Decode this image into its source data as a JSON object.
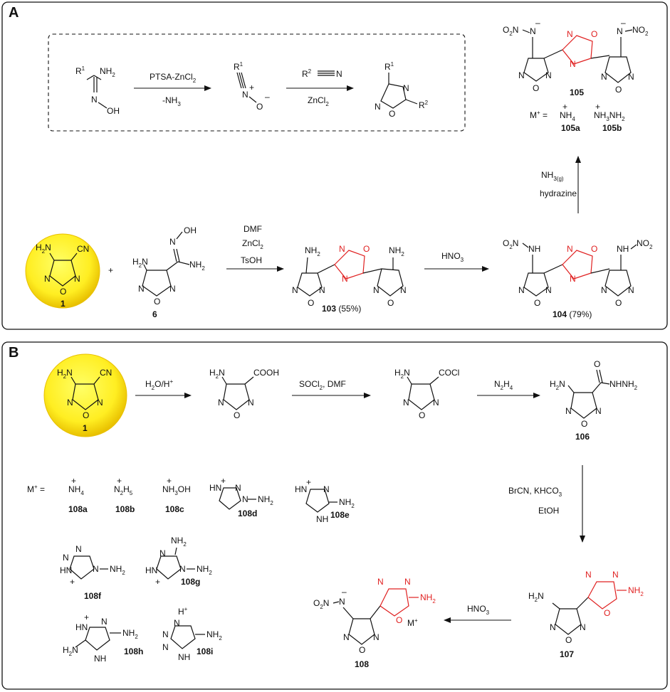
{
  "panels": {
    "a_label": "A",
    "b_label": "B"
  },
  "generic": {
    "r1": "R",
    "r1_sup": "1",
    "r2": "R",
    "r2_sup": "2",
    "nh2": "NH",
    "nh2_sub": "2",
    "oh": "OH",
    "n": "N",
    "o": "O",
    "step1_reagent": "PTSA-ZnCl",
    "step1_reagent_sub": "2",
    "step1_byproduct": "-NH",
    "step1_byproduct_sub": "3",
    "step2_reagent": "ZnCl",
    "step2_reagent_sub": "2",
    "plus": "+",
    "minus": "–"
  },
  "panel_a": {
    "plus": "+",
    "cmpd1": "1",
    "cmpd6": "6",
    "cmpd103": "103",
    "yield103": "(55%)",
    "cmpd104": "104",
    "yield104": "(79%)",
    "cmpd105": "105",
    "cmpd105a": "105a",
    "cmpd105b": "105b",
    "cn": "CN",
    "nh": "NH",
    "no2": "NO",
    "no2_sub": "2",
    "o2n": "O",
    "o2n_sub": "2",
    "o2n_n": "N",
    "reag1": [
      "DMF",
      "ZnCl",
      "TsOH"
    ],
    "reag1_sub": "2",
    "reag2": "HNO",
    "reag2_sub": "3",
    "reag3": "NH",
    "reag3_sub": "3(g)",
    "reag3b": "hydrazine",
    "mplus": "M",
    "mplus_sup": "+",
    "eq": "=",
    "nh4": "NH",
    "nh4_sub": "4",
    "nh3nh2": "NH",
    "nh3nh2_sub": "3",
    "nh3nh2_tail": "NH",
    "nh3nh2_tail_sub": "2"
  },
  "panel_b": {
    "cmpd1": "1",
    "cmpd106": "106",
    "cmpd107": "107",
    "cmpd108": "108",
    "reag_h2o": "H",
    "reag_h2o_sub": "2",
    "reag_h2o_tail": "O/H",
    "reag_h2o_sup": "+",
    "reag_socl2": "SOCl",
    "reag_socl2_sub": "2",
    "reag_socl2_tail": ", DMF",
    "reag_n2h4": "N",
    "reag_n2h4_sub1": "2",
    "reag_n2h4_mid": "H",
    "reag_n2h4_sub2": "4",
    "reag_brcn": "BrCN, KHCO",
    "reag_brcn_sub": "3",
    "reag_etoh": "EtOH",
    "reag_hno3": "HNO",
    "reag_hno3_sub": "3",
    "cooh": "COOH",
    "cocl": "COCl",
    "nhnh2": "NHNH",
    "nhnh2_sub": "2",
    "mplus": "M",
    "mplus_sup": "+",
    "eq": "=",
    "salts": [
      {
        "label": "108a"
      },
      {
        "label": "108b"
      },
      {
        "label": "108c"
      },
      {
        "label": "108d"
      },
      {
        "label": "108e"
      },
      {
        "label": "108f"
      },
      {
        "label": "108g"
      },
      {
        "label": "108h"
      },
      {
        "label": "108i"
      }
    ],
    "nh4": "NH",
    "nh4_sub": "4",
    "n2h5": "N",
    "n2h5_sub": "2",
    "n2h5_mid": "H",
    "n2h5_sub2": "5",
    "nh3oh": "NH",
    "nh3oh_sub": "3",
    "nh3oh_tail": "OH",
    "hn": "H",
    "nh_": "NH",
    "h": "H"
  },
  "colors": {
    "highlight": "#e02020",
    "sphere_core": "#ffff55",
    "sphere_edge": "#e8c000"
  }
}
